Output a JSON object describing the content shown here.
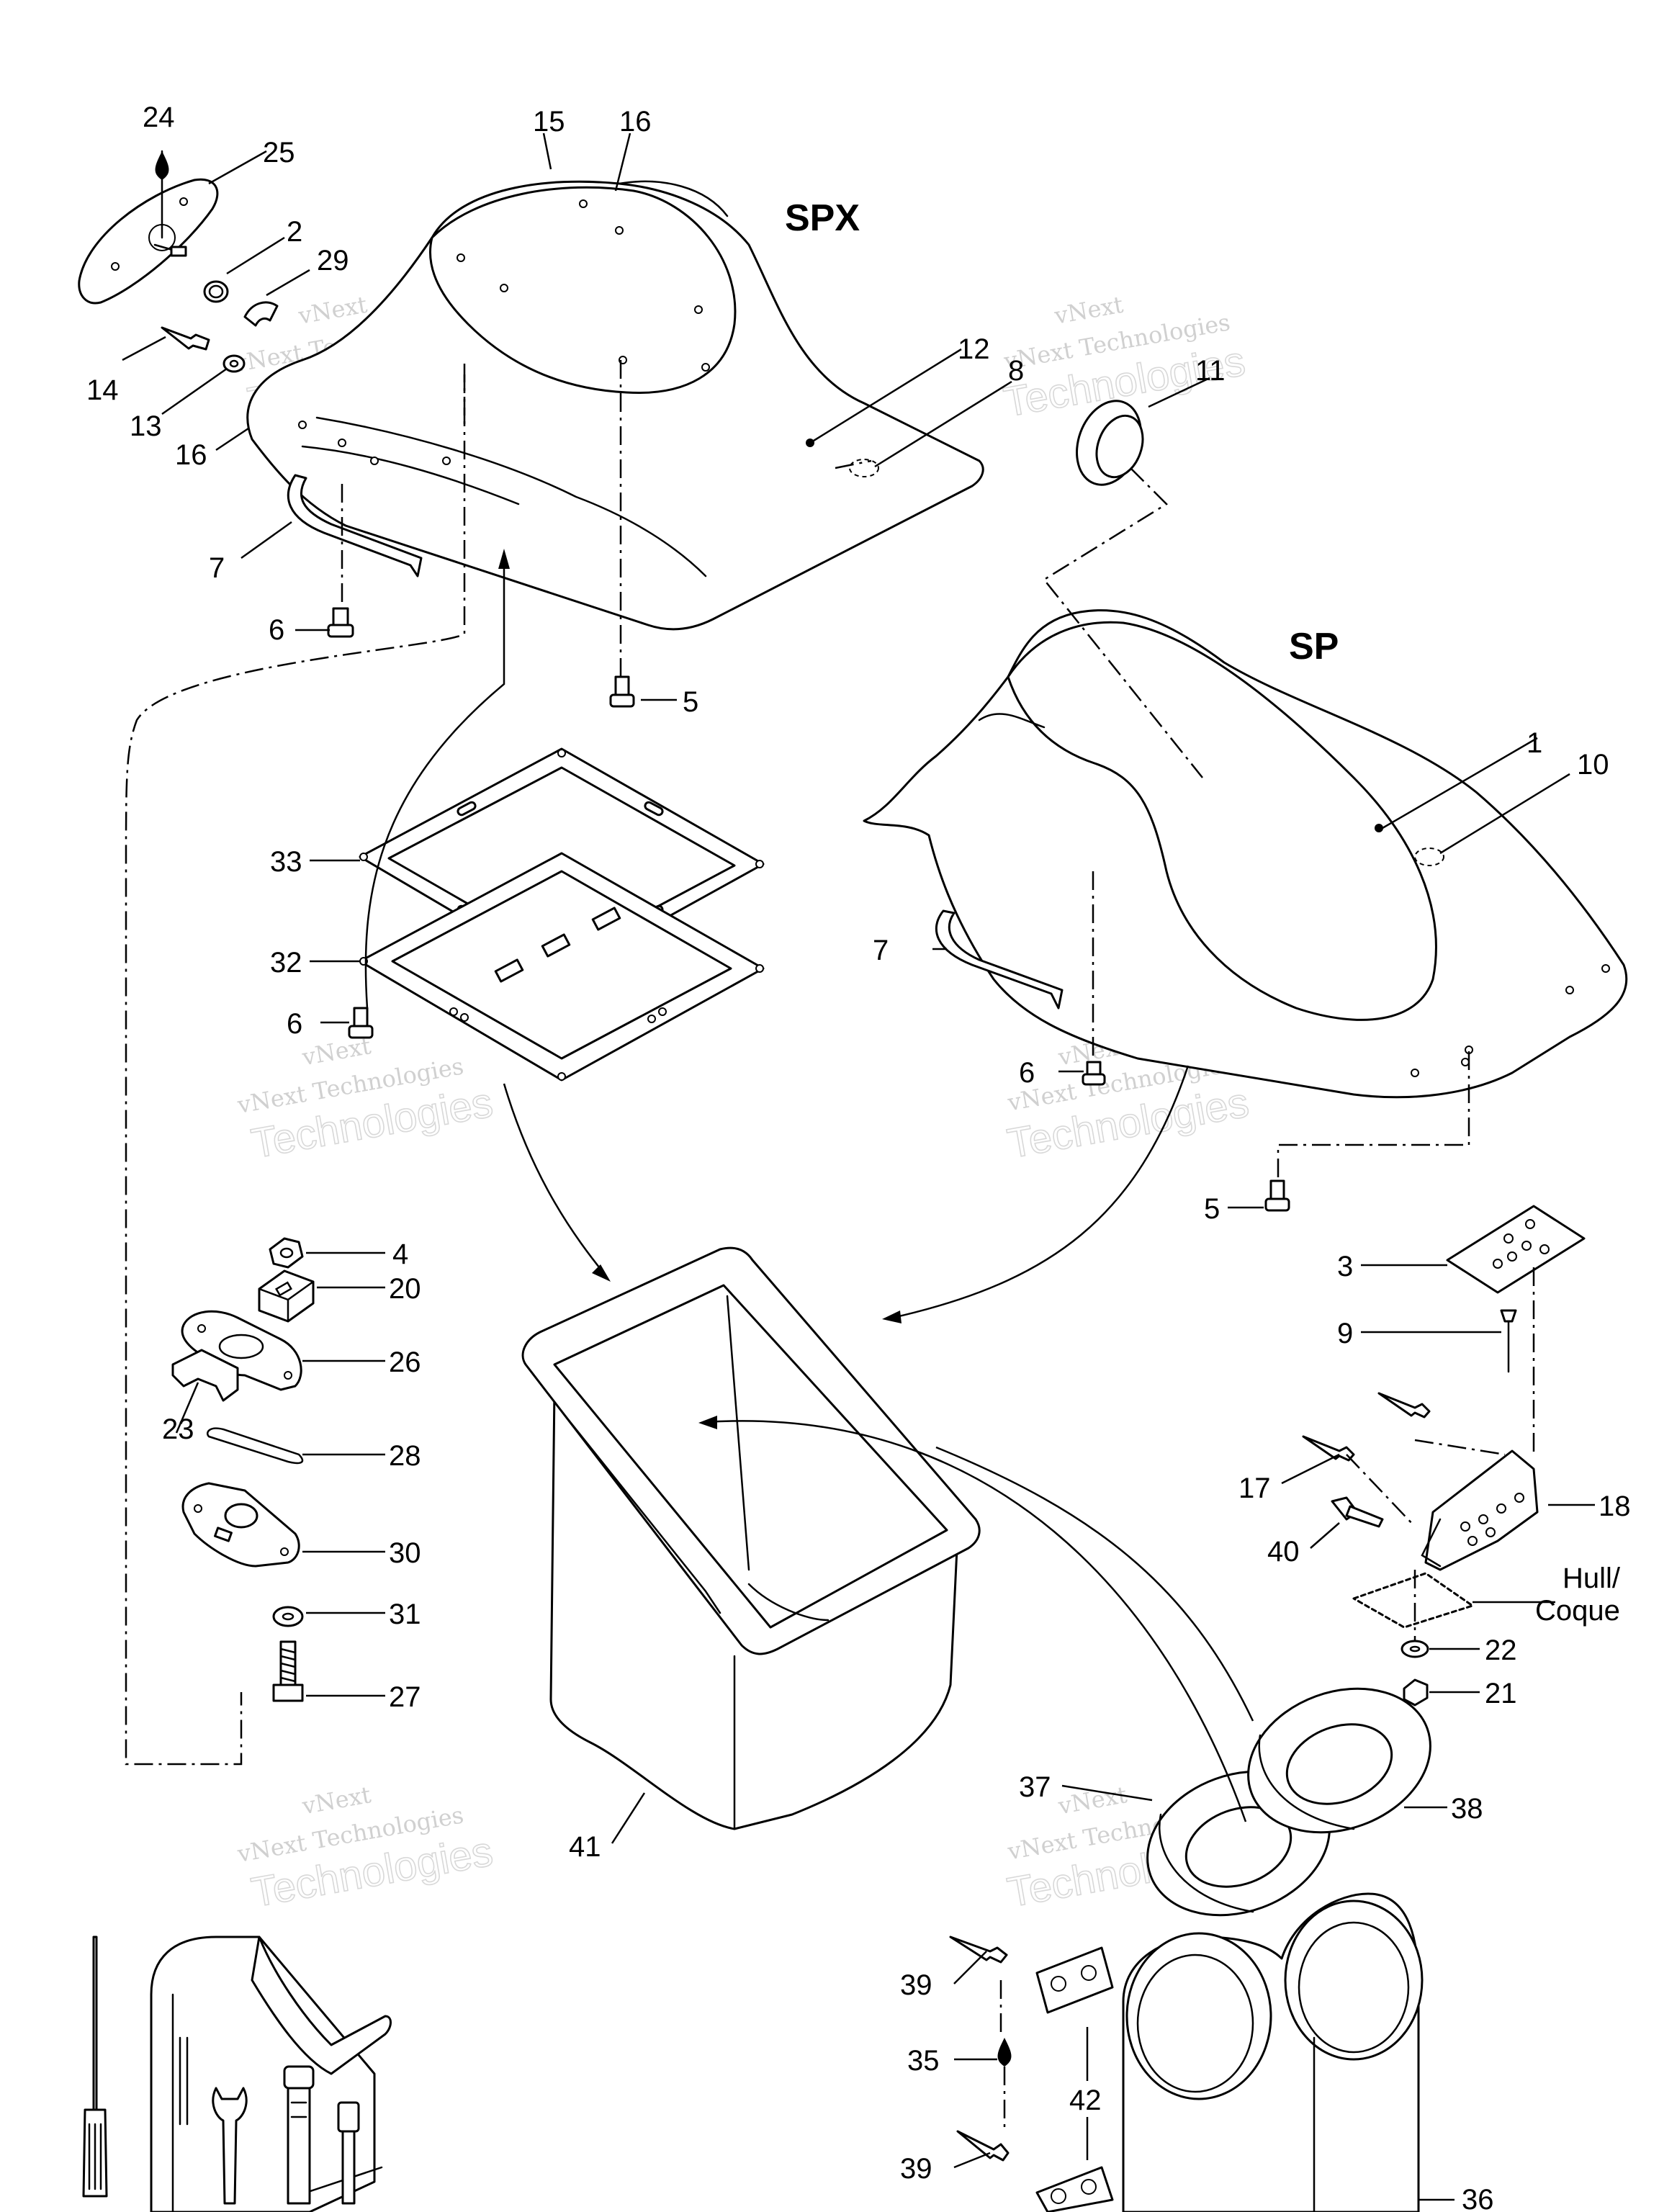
{
  "models": {
    "spx": "SPX",
    "sp": "SP"
  },
  "hull_label": {
    "line1": "Hull/",
    "line2": "Coque"
  },
  "watermark": {
    "line1": "vNext",
    "line2": "vNext Technologies",
    "line3": "Technologies"
  },
  "callouts": {
    "c24": "24",
    "c25": "25",
    "c15": "15",
    "c16a": "16",
    "c2": "2",
    "c29": "29",
    "c14": "14",
    "c13": "13",
    "c16b": "16",
    "c12": "12",
    "c8": "8",
    "c11": "11",
    "c7a": "7",
    "c6a": "6",
    "c5a": "5",
    "c1": "1",
    "c10": "10",
    "c33": "33",
    "c32": "32",
    "c6b": "6",
    "c7b": "7",
    "c6c": "6",
    "c5b": "5",
    "c4": "4",
    "c20": "20",
    "c26": "26",
    "c23": "23",
    "c28": "28",
    "c30": "30",
    "c31": "31",
    "c27": "27",
    "c3": "3",
    "c9": "9",
    "c17": "17",
    "c18": "18",
    "c40": "40",
    "c22": "22",
    "c21": "21",
    "c41": "41",
    "c37": "37",
    "c38": "38",
    "c39a": "39",
    "c35": "35",
    "c42": "42",
    "c39b": "39",
    "c36": "36"
  }
}
